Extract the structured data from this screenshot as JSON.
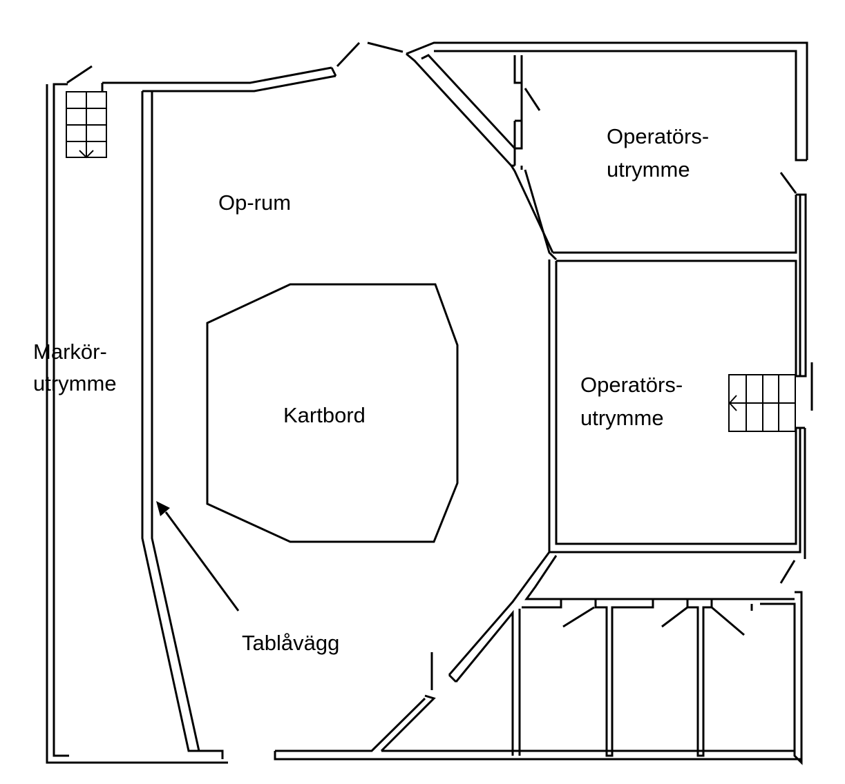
{
  "labels": {
    "op_rum": "Op-rum",
    "kartbord": "Kartbord",
    "markor_line1": "Markör-",
    "markor_line2": "utrymme",
    "operator_top_line1": "Operatörs-",
    "operator_top_line2": "utrymme",
    "operator_mid_line1": "Operatörs-",
    "operator_mid_line2": "utrymme",
    "tablavagg": "Tablåvägg"
  },
  "colors": {
    "line": "#000000",
    "background": "#ffffff"
  },
  "icons": {
    "stair": "staircase-icon",
    "arrow": "arrow-pointer-icon"
  }
}
